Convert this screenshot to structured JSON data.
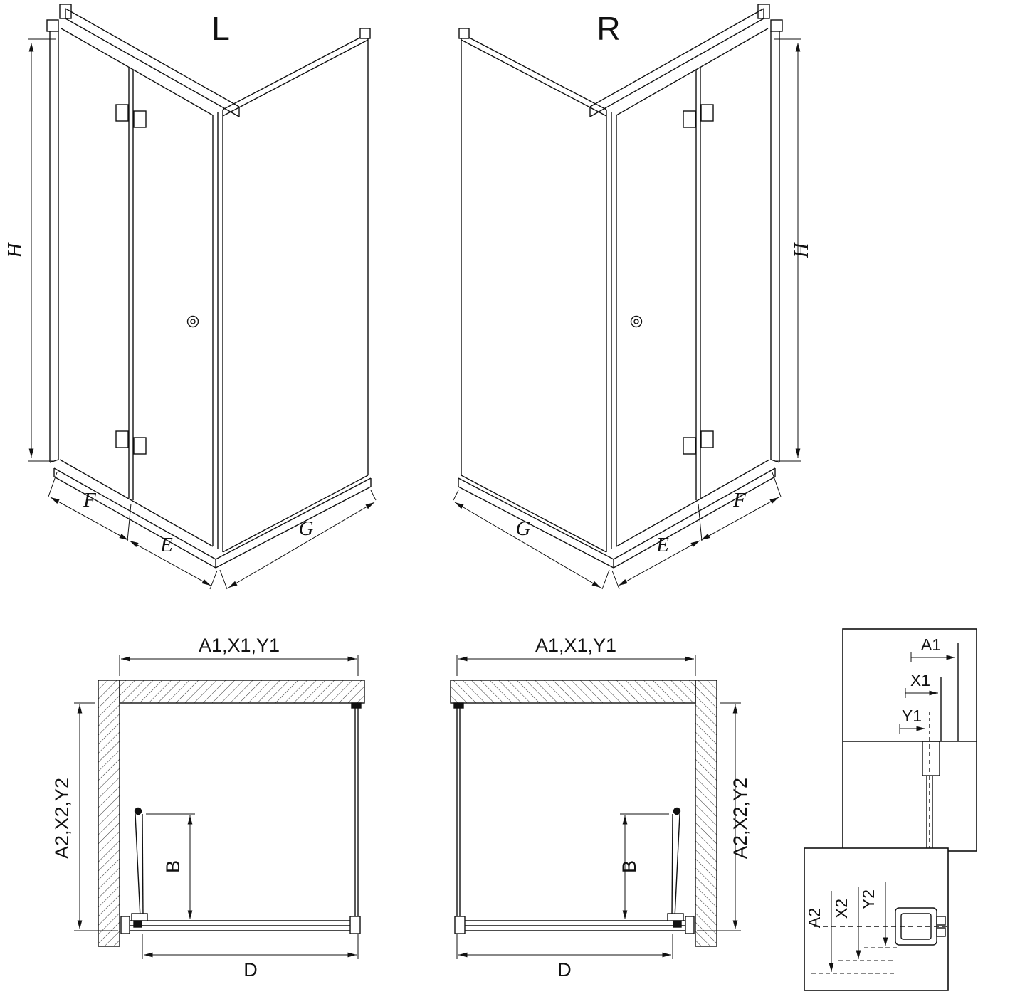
{
  "views": {
    "iso_left": {
      "title": "L",
      "height_label": "H",
      "bottom_labels": [
        "F",
        "E",
        "G"
      ]
    },
    "iso_right": {
      "title": "R",
      "height_label": "H",
      "bottom_labels": [
        "G",
        "E",
        "F"
      ]
    },
    "plan_left": {
      "top_label": "A1,X1,Y1",
      "side_label": "A2,X2,Y2",
      "door_label": "B",
      "width_label": "D"
    },
    "plan_right": {
      "top_label": "A1,X1,Y1",
      "side_label": "A2,X2,Y2",
      "door_label": "B",
      "width_label": "D"
    },
    "detail_wall_profile": {
      "labels": [
        "A1",
        "X1",
        "Y1"
      ]
    },
    "detail_floor_profile": {
      "labels": [
        "A2",
        "X2",
        "Y2"
      ]
    }
  }
}
